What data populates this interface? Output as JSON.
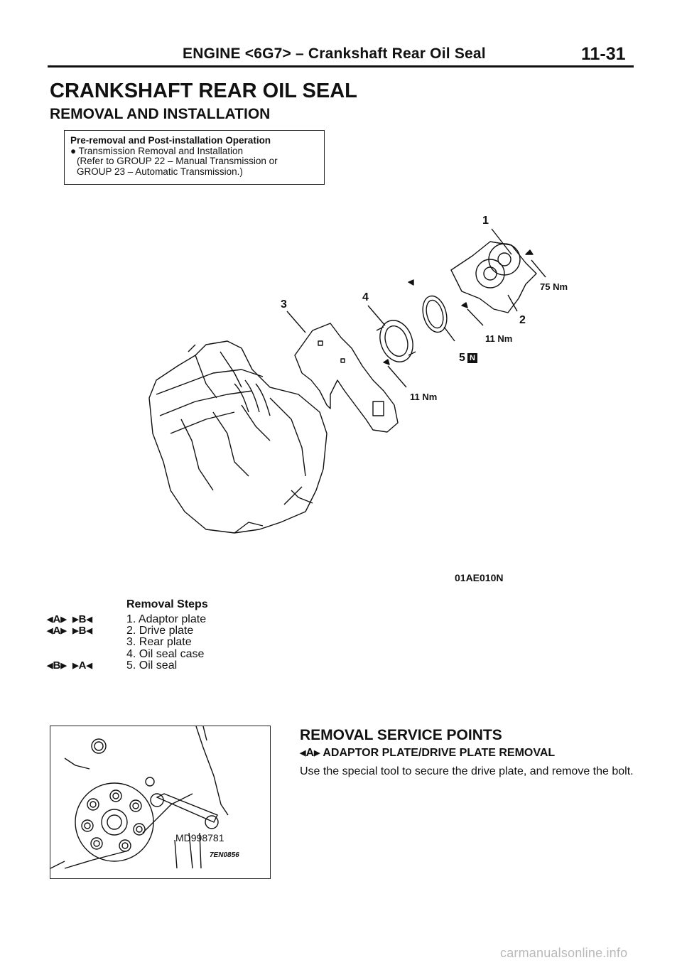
{
  "header": {
    "section_title": "ENGINE <6G7> – Crankshaft Rear Oil Seal",
    "page_number": "11-31"
  },
  "title": "CRANKSHAFT REAR OIL SEAL",
  "subtitle": "REMOVAL AND INSTALLATION",
  "pre_op": {
    "heading": "Pre-removal and Post-installation Operation",
    "item": "Transmission Removal and Installation",
    "ref_line1": "(Refer to GROUP 22 – Manual Transmission or",
    "ref_line2": "GROUP 23 – Automatic Transmission.)"
  },
  "diagram": {
    "callouts": {
      "c1": "1",
      "c2": "2",
      "c3": "3",
      "c4": "4",
      "c5": "5"
    },
    "n_badge": "N",
    "torque_75": "75 Nm",
    "torque_11a": "11 Nm",
    "torque_11b": "11 Nm",
    "figure_code": "01AE010N"
  },
  "removal_steps": {
    "heading": "Removal Steps",
    "steps": [
      {
        "text": "1. Adaptor plate",
        "mark_removal": "A",
        "mark_install": "B"
      },
      {
        "text": "2. Drive plate",
        "mark_removal": "A",
        "mark_install": "B"
      },
      {
        "text": "3. Rear plate",
        "mark_removal": "",
        "mark_install": ""
      },
      {
        "text": "4. Oil seal case",
        "mark_removal": "",
        "mark_install": ""
      },
      {
        "text": "5. Oil seal",
        "mark_removal": "B",
        "mark_install": "A"
      }
    ]
  },
  "photo": {
    "tool_number": "MD998781",
    "figure_code": "7EN0856"
  },
  "service_points": {
    "heading": "REMOVAL SERVICE POINTS",
    "mark": "A",
    "subheading": "ADAPTOR PLATE/DRIVE PLATE REMOVAL",
    "body": "Use the special tool to secure the drive plate, and remove the bolt."
  },
  "watermark": "carmanualsonline.info"
}
